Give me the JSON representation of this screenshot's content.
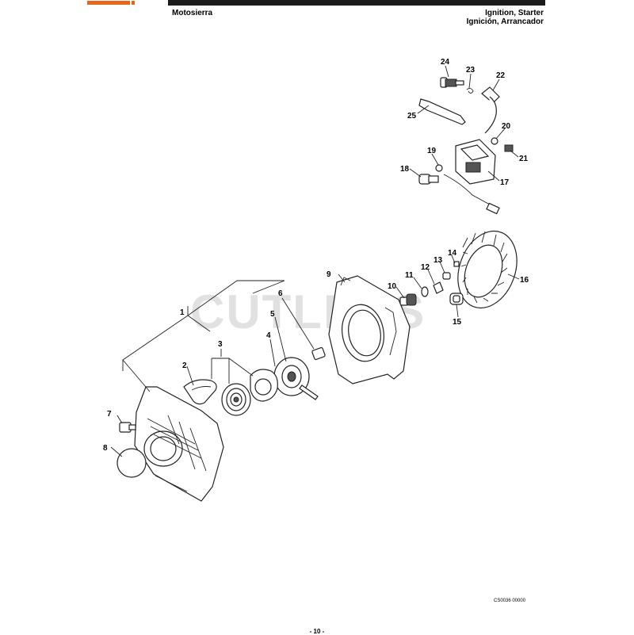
{
  "header": {
    "left_title": "Motosierra",
    "right_title_en": "Ignition, Starter",
    "right_title_es": "Ignición, Arrancador"
  },
  "watermark": "CUTLERS",
  "callouts": [
    "1",
    "2",
    "3",
    "4",
    "5",
    "6",
    "7",
    "8",
    "9",
    "10",
    "11",
    "12",
    "13",
    "14",
    "15",
    "16",
    "17",
    "18",
    "19",
    "20",
    "21",
    "22",
    "23",
    "24",
    "25"
  ],
  "figure_code": "CS0036 00000",
  "page_number": "- 10 -",
  "colors": {
    "brand_orange": "#e8661c",
    "bar": "#1a1a1a"
  }
}
